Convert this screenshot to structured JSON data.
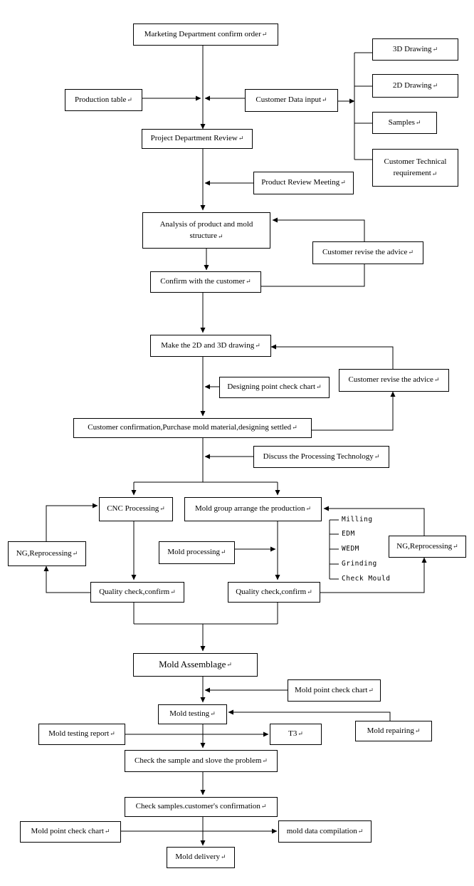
{
  "nodes": {
    "marketing": "Marketing Department confirm order",
    "production_table": "Production table",
    "customer_data": "Customer Data input",
    "drawing_3d": "3D Drawing",
    "drawing_2d": "2D Drawing",
    "samples": "Samples",
    "customer_tech": "Customer Technical requirement",
    "project_review": "Project Department Review",
    "review_meeting": "Product Review Meeting",
    "analysis": "Analysis of product and mold structure",
    "revise_advice_1": "Customer revise the advice",
    "confirm_customer": "Confirm with the customer",
    "make_drawing": "Make the 2D and 3D drawing",
    "revise_advice_2": "Customer revise the advice",
    "designing_check": "Designing point check chart",
    "customer_confirmation": "Customer confirmation,Purchase mold material,designing settled",
    "processing_tech": "Discuss the Processing Technology",
    "cnc": "CNC Processing",
    "mold_group": "Mold group arrange the production",
    "ng_left": "NG,Reprocessing",
    "ng_right": "NG,Reprocessing",
    "mold_processing": "Mold processing",
    "qc_left": "Quality check,confirm",
    "qc_right": "Quality check,confirm",
    "assemblage": "Mold Assemblage",
    "mold_point_check_1": "Mold point check chart",
    "mold_testing": "Mold testing",
    "testing_report": "Mold testing report",
    "t3": "T3",
    "mold_repairing": "Mold repairing",
    "check_sample": "Check the sample and slove the problem",
    "check_samples_confirm": "Check samples.customer's confirmation",
    "mold_point_check_2": "Mold point check chart",
    "data_compilation": "mold data compilation",
    "delivery": "Mold delivery"
  },
  "process_list": [
    "Milling",
    "EDM",
    "WEDM",
    "Grinding",
    "Check Mould"
  ],
  "paragraph_mark": "↵"
}
